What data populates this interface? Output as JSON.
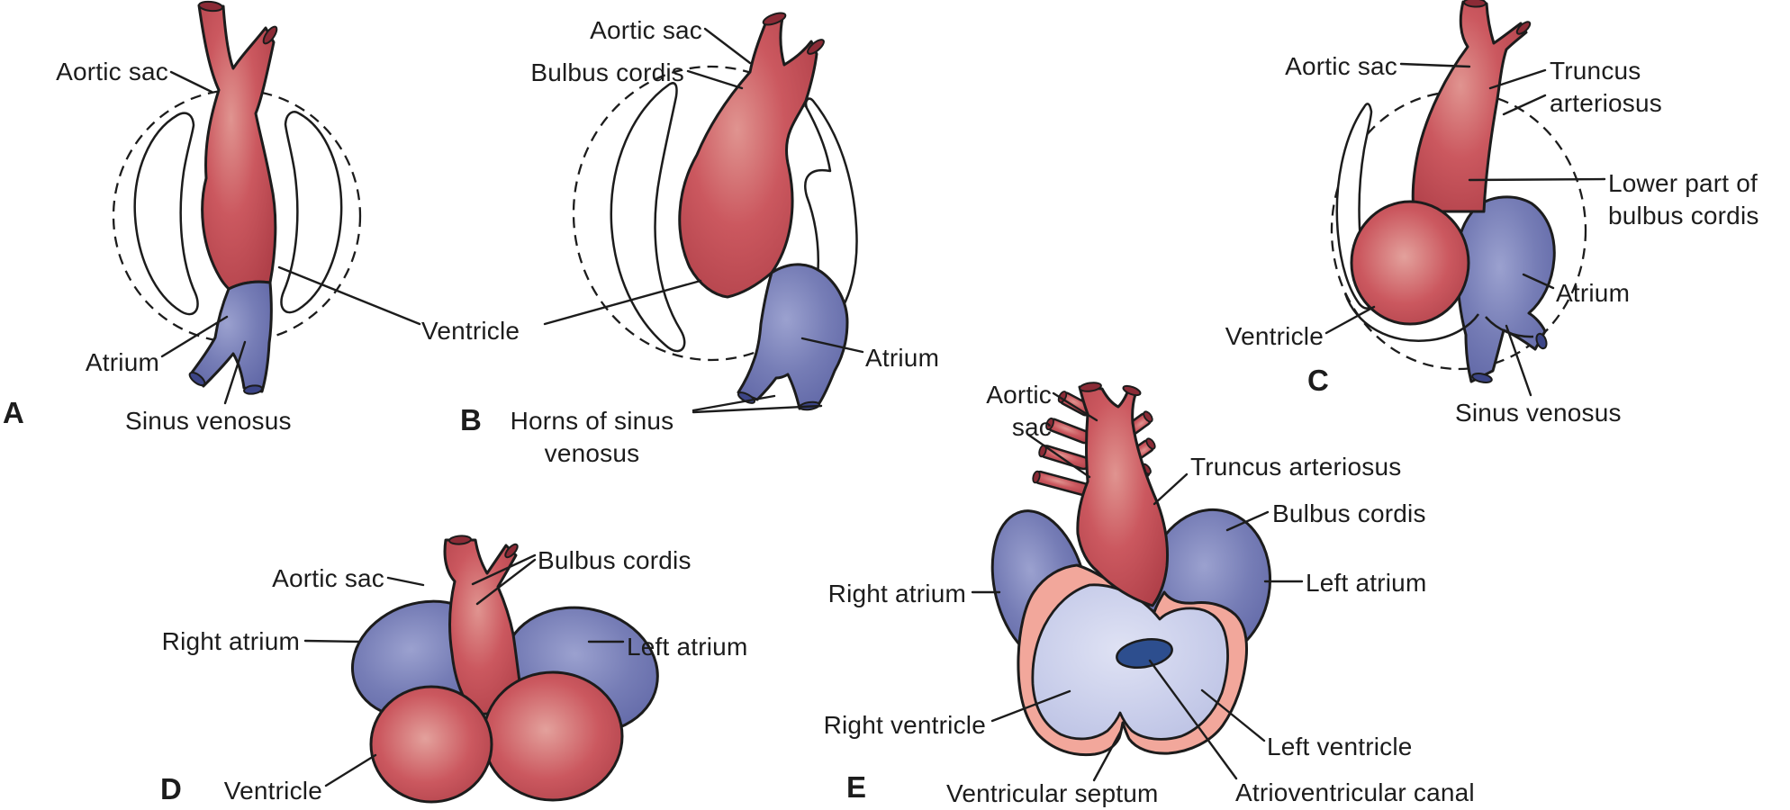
{
  "figure": {
    "description": "Stages of embryonic heart development",
    "background": "#ffffff",
    "text_color": "#1c1c1c",
    "colors": {
      "vessel_red": "#cb585f",
      "vessel_red_dark": "#8b2b36",
      "vessel_blue": "#767db6",
      "vessel_blue_dark": "#3c4587",
      "wall_pink": "#f2a79b",
      "interior_blue": "#c8cdea",
      "canal_blue": "#2d4e8e",
      "outline": "#1c1c1c"
    }
  },
  "panels": {
    "A": {
      "letter": "A",
      "labels": {
        "aortic_sac": "Aortic sac",
        "atrium": "Atrium",
        "sinus_venosus": "Sinus venosus"
      }
    },
    "AB": {
      "labels": {
        "ventricle": "Ventricle"
      }
    },
    "B": {
      "letter": "B",
      "labels": {
        "aortic_sac": "Aortic sac",
        "bulbus_cordis": "Bulbus cordis",
        "atrium": "Atrium",
        "horns": "Horns of sinus\nvenosus"
      }
    },
    "C": {
      "letter": "C",
      "labels": {
        "aortic_sac": "Aortic sac",
        "truncus": "Truncus\narteriosus",
        "lower_bulbus": "Lower part of\nbulbus cordis",
        "atrium": "Atrium",
        "ventricle": "Ventricle",
        "sinus_venosus": "Sinus venosus"
      }
    },
    "D": {
      "letter": "D",
      "labels": {
        "aortic_sac": "Aortic sac",
        "bulbus_cordis": "Bulbus cordis",
        "right_atrium": "Right atrium",
        "left_atrium": "Left atrium",
        "ventricle": "Ventricle"
      }
    },
    "E": {
      "letter": "E",
      "labels": {
        "aortic_sac": "Aortic\nsac",
        "truncus": "Truncus arteriosus",
        "bulbus_cordis": "Bulbus cordis",
        "right_atrium": "Right atrium",
        "left_atrium": "Left atrium",
        "right_ventricle": "Right ventricle",
        "left_ventricle": "Left ventricle",
        "ventricular_septum": "Ventricular septum",
        "av_canal": "Atrioventricular canal"
      }
    }
  }
}
